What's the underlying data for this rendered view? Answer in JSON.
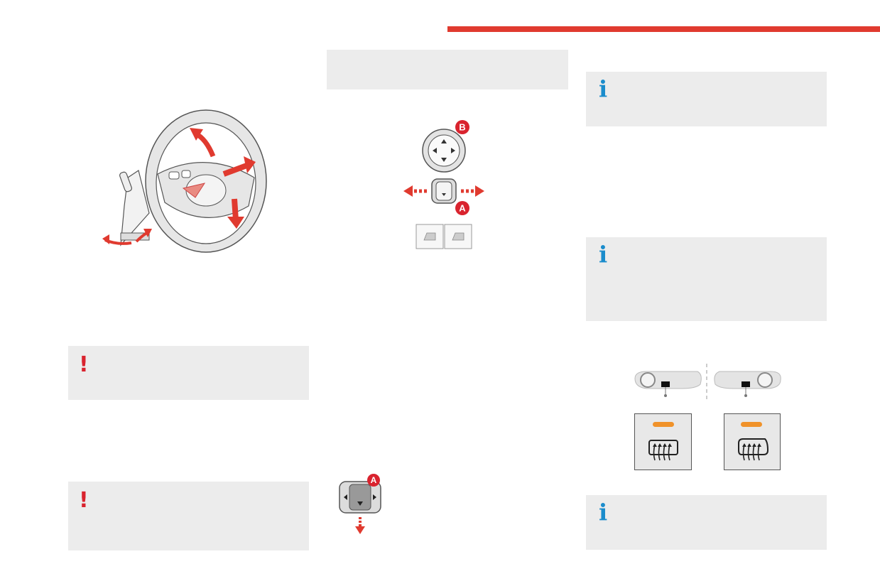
{
  "header": {
    "accent_color": "#e03a2f"
  },
  "notices": {
    "warning_glyph": "!",
    "warning_color": "#d9232e",
    "info_glyph": "i",
    "info_color": "#1a8ccc"
  },
  "illustrations": {
    "steering_wheel": {
      "icon": "steering-wheel-adjustment-icon"
    },
    "mirror_control": {
      "label_a": "A",
      "label_b": "B",
      "icon": "mirror-adjust-control-icon"
    },
    "mirror_fold": {
      "label_a": "A",
      "icon": "mirror-fold-control-icon"
    },
    "rear_demist": {
      "icon": "heated-mirror-button-icon",
      "indicator_color": "#f0922a"
    }
  }
}
